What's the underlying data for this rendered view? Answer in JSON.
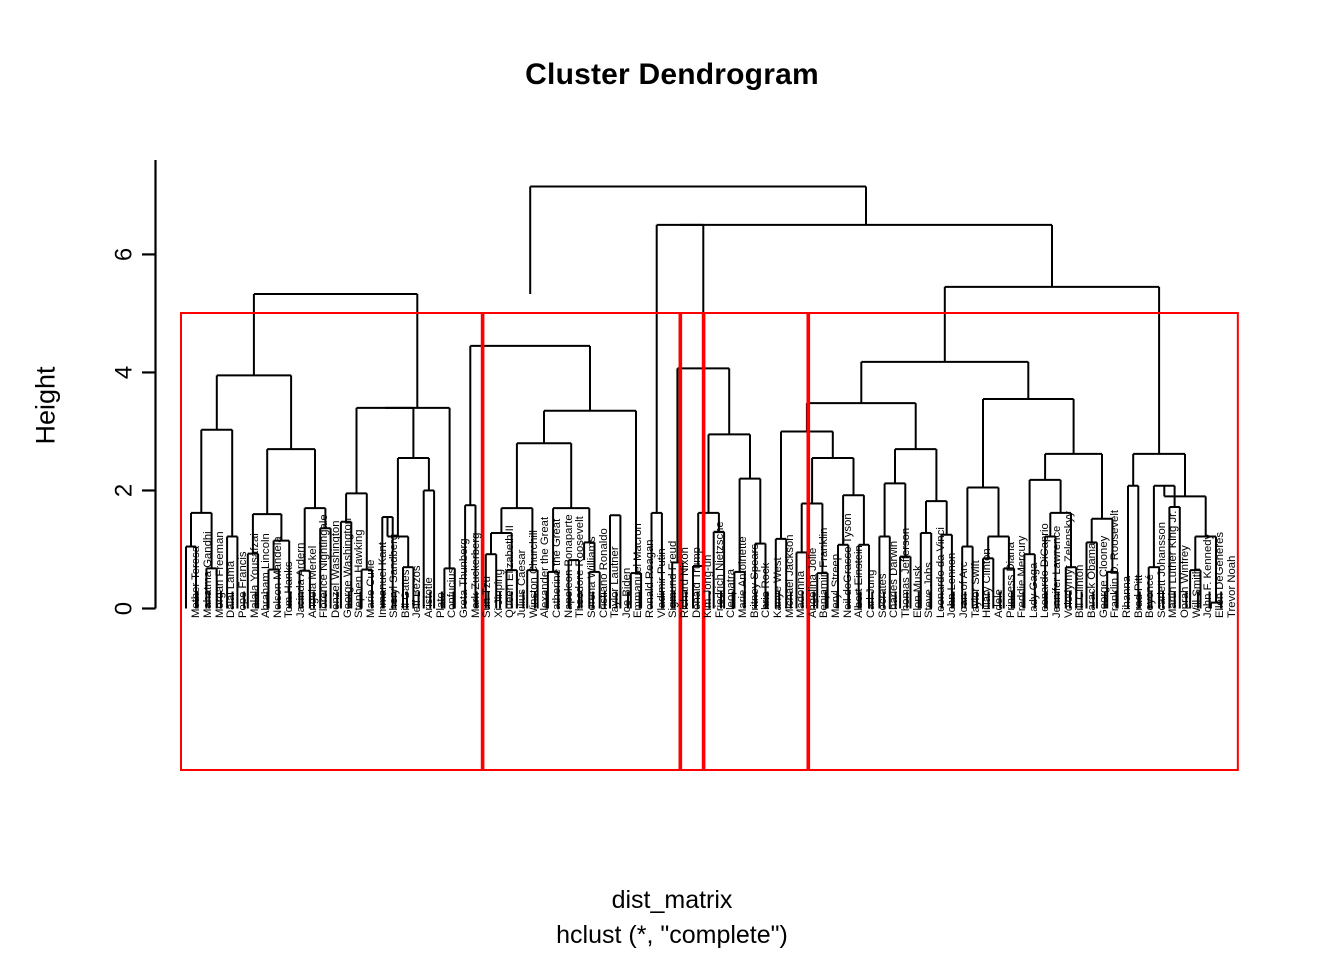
{
  "title": "Cluster Dendrogram",
  "axis": {
    "ylabel": "Height",
    "ticks": [
      0,
      2,
      4,
      6
    ],
    "ylim": [
      0,
      7.6
    ]
  },
  "footer": {
    "line1": "dist_matrix",
    "line2": "hclust (*, \"complete\")"
  },
  "style": {
    "rect_color": "#FF0000",
    "line_color": "#000000",
    "background": "#FFFFFF"
  },
  "chart_data": {
    "type": "dendrogram",
    "title": "Cluster Dendrogram",
    "xlabel": "dist_matrix",
    "sublabel": "hclust (*, \"complete\")",
    "ylabel": "Height",
    "ylim": [
      0,
      7.6
    ],
    "yticks": [
      0,
      2,
      4,
      6
    ],
    "grid": false,
    "legend": "none",
    "linkage": "complete",
    "n_leaves": 101,
    "n_rect_clusters": 5,
    "leaf_labels": [
      "Mother Teresa",
      "Mahatma Gandhi",
      "Morgan Freeman",
      "Dalai Lama",
      "Pope Francis",
      "Malala Yousafzai",
      "Abraham Lincoln",
      "Nelson Mandela",
      "Tom Hanks",
      "Jacinda Ardern",
      "Angela Merkel",
      "Florence Nightingale",
      "Denzel Washington",
      "George Washington",
      "Stephen Hawking",
      "Marie Curie",
      "Immanuel Kant",
      "Sheryl Sandberg",
      "Bill Gates",
      "Jeff Bezos",
      "Aristotle",
      "Plato",
      "Confucius",
      "Greta Thunberg",
      "Mark Zuckerberg",
      "Sun Tzu",
      "Xi Jinping",
      "Queen Elizabeth II",
      "Julius Caesar",
      "Winston Churchill",
      "Alexander the Great",
      "Catherine the Great",
      "Napoleon Bonaparte",
      "Theodore Roosevelt",
      "Serena Williams",
      "Cristiano Ronaldo",
      "Taylor Lautner",
      "Joe Biden",
      "Emmanuel Macron",
      "Ronald Reagan",
      "Vladimir Putin",
      "Sigmund Freud",
      "Richard Nixon",
      "Donald Trump",
      "Kim Jong-un",
      "Friedrich Nietzsche",
      "Cleopatra",
      "Marie Antoinette",
      "Britney Spears",
      "Chris Rock",
      "Kanye West",
      "Michael Jackson",
      "Madonna",
      "Angelina Jolie",
      "Benjamin Franklin",
      "Meryl Streep",
      "Neil deGrasse Tyson",
      "Albert Einstein",
      "Carl Jung",
      "Socrates",
      "Charles Darwin",
      "Thomas Jefferson",
      "Elon Musk",
      "Steve Jobs",
      "Leonardo da Vinci",
      "John Lennon",
      "Joan of Arc",
      "Taylor Swift",
      "Hillary Clinton",
      "Adele",
      "Princess Diana",
      "Freddie Mercury",
      "Lady Gaga",
      "Leonardo DiCaprio",
      "Jennifer Lawrence",
      "Volodymyr Zelenskyy",
      "Bill Clinton",
      "Barack Obama",
      "George Clooney",
      "Franklin D. Roosevelt",
      "Rihanna",
      "Brad Pitt",
      "Beyoncé",
      "Scarlett Johansson",
      "Martin Luther King Jr.",
      "Oprah Winfrey",
      "Will Smith",
      "John F. Kennedy",
      "Ellen DeGeneres",
      "Trevor Noah"
    ],
    "rect_clusters": [
      {
        "index": 1,
        "first_leaf": 0,
        "last_leaf": 25,
        "height": 4.72,
        "label_first": "Mother Teresa",
        "label_last": "Sun Tzu"
      },
      {
        "index": 2,
        "first_leaf": 26,
        "last_leaf": 42,
        "height": 4.72,
        "label_first": "Xi Jinping",
        "label_last": "Richard Nixon"
      },
      {
        "index": 3,
        "first_leaf": 43,
        "last_leaf": 44,
        "height": 4.72,
        "label_first": "Donald Trump",
        "label_last": "Kim Jong-un"
      },
      {
        "index": 4,
        "first_leaf": 45,
        "last_leaf": 53,
        "height": 4.72,
        "label_first": "Friedrich Nietzsche",
        "label_last": "Angelina Jolie"
      },
      {
        "index": 5,
        "first_leaf": 54,
        "last_leaf": 90,
        "height": 4.72,
        "label_first": "Benjamin Franklin",
        "label_last": "Trevor Noah"
      }
    ],
    "merges": [
      {
        "x1": 186.0,
        "x2": 196.0,
        "h": 1.05,
        "h1": 0,
        "h2": 0
      },
      {
        "x1": 206.4,
        "x2": 216.7,
        "h": 0.68,
        "h1": 0,
        "h2": 0
      },
      {
        "x1": 191.0,
        "x2": 211.6,
        "h": 1.62,
        "h1": 1.05,
        "h2": 0.68
      },
      {
        "x1": 227.1,
        "x2": 237.4,
        "h": 1.22,
        "h1": 0,
        "h2": 0
      },
      {
        "x1": 201.3,
        "x2": 232.2,
        "h": 3.03,
        "h1": 1.62,
        "h2": 1.22
      },
      {
        "x1": 247.8,
        "x2": 258.1,
        "h": 0.93,
        "h1": 0,
        "h2": 0
      },
      {
        "x1": 268.5,
        "x2": 278.8,
        "h": 0.66,
        "h1": 0,
        "h2": 0
      },
      {
        "x1": 273.6,
        "x2": 289.2,
        "h": 1.15,
        "h1": 0.66,
        "h2": 0
      },
      {
        "x1": 252.9,
        "x2": 281.4,
        "h": 1.6,
        "h1": 0.93,
        "h2": 1.15
      },
      {
        "x1": 299.5,
        "x2": 309.9,
        "h": 0.64,
        "h1": 0,
        "h2": 0
      },
      {
        "x1": 320.2,
        "x2": 330.6,
        "h": 1.36,
        "h1": 0,
        "h2": 0
      },
      {
        "x1": 304.7,
        "x2": 325.4,
        "h": 1.7,
        "h1": 0.64,
        "h2": 1.36
      },
      {
        "x1": 267.2,
        "x2": 315.0,
        "h": 2.7,
        "h1": 1.6,
        "h2": 1.7
      },
      {
        "x1": 216.8,
        "x2": 291.1,
        "h": 3.95,
        "h1": 3.03,
        "h2": 2.7
      },
      {
        "x1": 340.9,
        "x2": 351.3,
        "h": 1.47,
        "h1": 0,
        "h2": 0
      },
      {
        "x1": 361.6,
        "x2": 372.0,
        "h": 0.66,
        "h1": 0,
        "h2": 0
      },
      {
        "x1": 346.1,
        "x2": 366.8,
        "h": 1.95,
        "h1": 1.47,
        "h2": 0.66
      },
      {
        "x1": 382.3,
        "x2": 392.7,
        "h": 1.55,
        "h1": 0,
        "h2": 0
      },
      {
        "x1": 403.0,
        "x2": 413.4,
        "h": 0.7,
        "h1": 0,
        "h2": 0
      },
      {
        "x1": 387.5,
        "x2": 408.2,
        "h": 1.22,
        "h1": 1.55,
        "h2": 0.7
      },
      {
        "x1": 423.7,
        "x2": 434.1,
        "h": 2.0,
        "h1": 0,
        "h2": 0
      },
      {
        "x1": 397.9,
        "x2": 428.9,
        "h": 2.55,
        "h1": 1.22,
        "h2": 2.0
      },
      {
        "x1": 356.5,
        "x2": 413.4,
        "h": 3.4,
        "h1": 1.95,
        "h2": 2.55
      },
      {
        "x1": 444.4,
        "x2": 454.8,
        "h": 0.68,
        "h1": 0,
        "h2": 0
      },
      {
        "x1": 385.0,
        "x2": 449.6,
        "h": 3.4,
        "h1": 3.4,
        "h2": 0.68
      },
      {
        "x1": 253.9,
        "x2": 417.3,
        "h": 5.33,
        "h1": 3.95,
        "h2": 3.4
      },
      {
        "x1": 465.1,
        "x2": 475.5,
        "h": 1.75,
        "h1": 0,
        "h2": 0
      },
      {
        "x1": 485.8,
        "x2": 496.2,
        "h": 0.92,
        "h1": 0,
        "h2": 0
      },
      {
        "x1": 506.5,
        "x2": 516.9,
        "h": 0.65,
        "h1": 0,
        "h2": 0
      },
      {
        "x1": 491.0,
        "x2": 511.7,
        "h": 1.28,
        "h1": 0.92,
        "h2": 0.65
      },
      {
        "x1": 527.2,
        "x2": 537.6,
        "h": 0.65,
        "h1": 0,
        "h2": 0
      },
      {
        "x1": 501.4,
        "x2": 532.4,
        "h": 1.7,
        "h1": 1.28,
        "h2": 0.65
      },
      {
        "x1": 547.9,
        "x2": 558.3,
        "h": 0.62,
        "h1": 0,
        "h2": 0
      },
      {
        "x1": 568.6,
        "x2": 579.0,
        "h": 0.82,
        "h1": 0,
        "h2": 0
      },
      {
        "x1": 589.3,
        "x2": 599.7,
        "h": 0.62,
        "h1": 0,
        "h2": 0
      },
      {
        "x1": 584.1,
        "x2": 594.5,
        "h": 1.12,
        "h1": 0.82,
        "h2": 0.62
      },
      {
        "x1": 553.1,
        "x2": 589.3,
        "h": 1.7,
        "h1": 0.62,
        "h2": 1.12
      },
      {
        "x1": 516.9,
        "x2": 571.2,
        "h": 2.8,
        "h1": 1.7,
        "h2": 1.7
      },
      {
        "x1": 610.0,
        "x2": 620.4,
        "h": 1.58,
        "h1": 0,
        "h2": 0
      },
      {
        "x1": 630.8,
        "x2": 641.1,
        "h": 0.6,
        "h1": 0,
        "h2": 0
      },
      {
        "x1": 544.0,
        "x2": 636.0,
        "h": 3.35,
        "h1": 2.8,
        "h2": 0.6
      },
      {
        "x1": 470.3,
        "x2": 590.0,
        "h": 4.45,
        "h1": 1.75,
        "h2": 3.35
      },
      {
        "x1": 651.5,
        "x2": 661.9,
        "h": 1.62,
        "h1": 0,
        "h2": 0
      },
      {
        "x1": 672.2,
        "x2": 682.6,
        "h": 0.78,
        "h1": 0,
        "h2": 0
      },
      {
        "x1": 693.0,
        "x2": 703.3,
        "h": 0.72,
        "h1": 0,
        "h2": 0
      },
      {
        "x1": 713.7,
        "x2": 724.1,
        "h": 1.3,
        "h1": 0,
        "h2": 0
      },
      {
        "x1": 698.2,
        "x2": 718.9,
        "h": 1.62,
        "h1": 0.72,
        "h2": 1.3
      },
      {
        "x1": 734.4,
        "x2": 744.8,
        "h": 0.62,
        "h1": 0,
        "h2": 0
      },
      {
        "x1": 755.1,
        "x2": 765.5,
        "h": 1.1,
        "h1": 0,
        "h2": 0
      },
      {
        "x1": 739.6,
        "x2": 760.3,
        "h": 2.2,
        "h1": 0.62,
        "h2": 1.1
      },
      {
        "x1": 708.5,
        "x2": 750.0,
        "h": 2.95,
        "h1": 1.62,
        "h2": 2.2
      },
      {
        "x1": 677.4,
        "x2": 729.2,
        "h": 4.07,
        "h1": 0.78,
        "h2": 2.95
      },
      {
        "x1": 775.8,
        "x2": 786.2,
        "h": 1.18,
        "h1": 0,
        "h2": 0
      },
      {
        "x1": 796.5,
        "x2": 806.9,
        "h": 0.95,
        "h1": 0,
        "h2": 0
      },
      {
        "x1": 817.2,
        "x2": 827.6,
        "h": 0.6,
        "h1": 0,
        "h2": 0
      },
      {
        "x1": 801.7,
        "x2": 822.4,
        "h": 1.78,
        "h1": 0.95,
        "h2": 0.6
      },
      {
        "x1": 838.0,
        "x2": 848.3,
        "h": 1.08,
        "h1": 0,
        "h2": 0
      },
      {
        "x1": 858.7,
        "x2": 869.0,
        "h": 1.08,
        "h1": 0,
        "h2": 0
      },
      {
        "x1": 843.1,
        "x2": 863.9,
        "h": 1.92,
        "h1": 1.08,
        "h2": 1.08
      },
      {
        "x1": 812.1,
        "x2": 853.5,
        "h": 2.55,
        "h1": 1.78,
        "h2": 1.92
      },
      {
        "x1": 781.0,
        "x2": 832.8,
        "h": 3.0,
        "h1": 1.18,
        "h2": 2.55
      },
      {
        "x1": 879.4,
        "x2": 889.8,
        "h": 1.22,
        "h1": 0,
        "h2": 0
      },
      {
        "x1": 900.1,
        "x2": 910.5,
        "h": 0.88,
        "h1": 0,
        "h2": 0
      },
      {
        "x1": 884.6,
        "x2": 905.3,
        "h": 2.12,
        "h1": 1.22,
        "h2": 0.88
      },
      {
        "x1": 920.8,
        "x2": 931.2,
        "h": 1.28,
        "h1": 0,
        "h2": 0
      },
      {
        "x1": 941.5,
        "x2": 951.9,
        "h": 1.25,
        "h1": 0,
        "h2": 0
      },
      {
        "x1": 926.0,
        "x2": 946.7,
        "h": 1.82,
        "h1": 1.28,
        "h2": 1.25
      },
      {
        "x1": 895.0,
        "x2": 936.4,
        "h": 2.7,
        "h1": 2.12,
        "h2": 1.82
      },
      {
        "x1": 806.9,
        "x2": 915.7,
        "h": 3.48,
        "h1": 3.0,
        "h2": 2.7
      },
      {
        "x1": 962.2,
        "x2": 972.6,
        "h": 1.05,
        "h1": 0,
        "h2": 0
      },
      {
        "x1": 983.0,
        "x2": 993.3,
        "h": 0.85,
        "h1": 0,
        "h2": 0
      },
      {
        "x1": 1003.7,
        "x2": 1014.1,
        "h": 0.68,
        "h1": 0,
        "h2": 0
      },
      {
        "x1": 988.2,
        "x2": 1008.9,
        "h": 1.22,
        "h1": 0.85,
        "h2": 0.68
      },
      {
        "x1": 967.4,
        "x2": 998.5,
        "h": 2.05,
        "h1": 1.05,
        "h2": 1.22
      },
      {
        "x1": 1024.4,
        "x2": 1034.8,
        "h": 0.92,
        "h1": 0,
        "h2": 0
      },
      {
        "x1": 1045.1,
        "x2": 1055.5,
        "h": 1.22,
        "h1": 0,
        "h2": 0
      },
      {
        "x1": 1065.8,
        "x2": 1076.2,
        "h": 0.7,
        "h1": 0,
        "h2": 0
      },
      {
        "x1": 1050.3,
        "x2": 1071.0,
        "h": 1.62,
        "h1": 1.22,
        "h2": 0.7
      },
      {
        "x1": 1029.6,
        "x2": 1060.6,
        "h": 2.18,
        "h1": 0.92,
        "h2": 1.62
      },
      {
        "x1": 1086.5,
        "x2": 1096.9,
        "h": 1.12,
        "h1": 0,
        "h2": 0
      },
      {
        "x1": 1107.2,
        "x2": 1117.6,
        "h": 0.62,
        "h1": 0,
        "h2": 0
      },
      {
        "x1": 1091.7,
        "x2": 1112.4,
        "h": 1.52,
        "h1": 1.12,
        "h2": 0.62
      },
      {
        "x1": 1045.1,
        "x2": 1102.0,
        "h": 2.62,
        "h1": 2.18,
        "h2": 1.52
      },
      {
        "x1": 983.0,
        "x2": 1073.6,
        "h": 3.55,
        "h1": 2.05,
        "h2": 2.62
      },
      {
        "x1": 861.3,
        "x2": 1028.3,
        "h": 4.18,
        "h1": 3.48,
        "h2": 3.55
      },
      {
        "x1": 1128.0,
        "x2": 1138.3,
        "h": 2.08,
        "h1": 0,
        "h2": 0
      },
      {
        "x1": 1148.7,
        "x2": 1159.1,
        "h": 0.7,
        "h1": 0,
        "h2": 0
      },
      {
        "x1": 1169.4,
        "x2": 1179.8,
        "h": 1.72,
        "h1": 0,
        "h2": 0
      },
      {
        "x1": 1153.9,
        "x2": 1174.6,
        "h": 2.08,
        "h1": 0.7,
        "h2": 1.72
      },
      {
        "x1": 1190.1,
        "x2": 1200.5,
        "h": 0.65,
        "h1": 0,
        "h2": 0
      },
      {
        "x1": 1210.9,
        "x2": 1221.2,
        "h": 0.1,
        "h1": 0,
        "h2": 0
      },
      {
        "x1": 1195.3,
        "x2": 1216.0,
        "h": 1.22,
        "h1": 0.65,
        "h2": 0.1
      },
      {
        "x1": 1164.3,
        "x2": 1205.7,
        "h": 1.9,
        "h1": 2.08,
        "h2": 1.22
      },
      {
        "x1": 1133.2,
        "x2": 1185.0,
        "h": 2.62,
        "h1": 2.08,
        "h2": 1.9
      },
      {
        "x1": 944.8,
        "x2": 1159.1,
        "h": 5.45,
        "h1": 4.18,
        "h2": 2.62
      },
      {
        "x1": 656.7,
        "x2": 703.3,
        "h": 6.5,
        "h1": 1.62,
        "h2": 4.07
      },
      {
        "x1": 680.0,
        "x2": 1052.0,
        "h": 6.5,
        "h1": 6.5,
        "h2": 5.45
      },
      {
        "x1": 530.2,
        "x2": 866.0,
        "h": 7.15,
        "h1": 5.33,
        "h2": 6.5
      }
    ]
  }
}
